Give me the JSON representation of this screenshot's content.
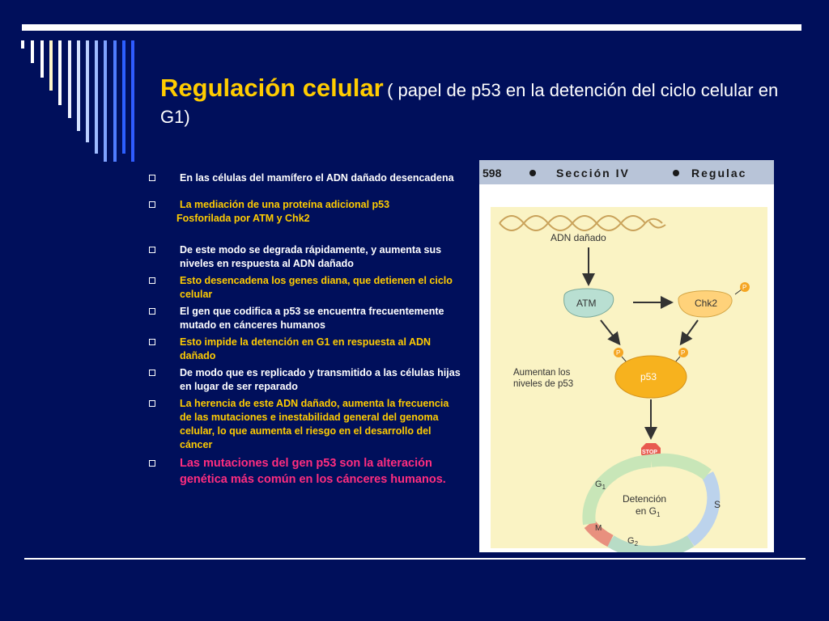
{
  "slide": {
    "title_main": "Regulación celular",
    "title_sub": "( papel de p53 en la detención del ciclo celular en G1)"
  },
  "bullets": [
    {
      "text": "En las células del mamífero el ADN dañado desencadena",
      "color": "white"
    },
    {
      "text": "La mediación de una proteína adicional p53",
      "color": "yellow"
    },
    {
      "text": "Fosforilada por ATM  y  Chk2",
      "color": "yellow"
    },
    {
      "text": "De este modo se degrada rápidamente, y aumenta sus niveles en respuesta al ADN dañado",
      "color": "white"
    },
    {
      "text": "Esto desencadena los genes diana, que detienen el ciclo celular",
      "color": "yellow"
    },
    {
      "text": "El gen que codifica a p53 se encuentra frecuentemente mutado en cánceres humanos",
      "color": "white"
    },
    {
      "text": "Esto impide la detención en G1 en respuesta al ADN dañado",
      "color": "yellow"
    },
    {
      "text": "De modo que es replicado y transmitido a las células hijas en lugar de ser reparado",
      "color": "white"
    },
    {
      "text": "La herencia de este ADN dañado, aumenta la frecuencia de las mutaciones e inestabilidad general del genoma celular, lo que aumenta el riesgo en el desarrollo del cáncer",
      "color": "yellow"
    },
    {
      "text": "Las mutaciones del gen p53 son la alteración genética más común en los cánceres humanos.",
      "color": "pink"
    }
  ],
  "figure": {
    "header_num": "598",
    "header_text": "Sección IV",
    "header_text2": "Regulac",
    "dna_label": "ADN dañado",
    "atm_label": "ATM",
    "chk2_label": "Chk2",
    "p_label": "P",
    "increase_label_1": "Aumentan los",
    "increase_label_2": "niveles de p53",
    "p53_label": "p53",
    "stop_label": "STOP",
    "arrest_label_1": "Detención",
    "arrest_label_2": "en G",
    "arrest_sub": "1",
    "g1_label": "G",
    "g1_sub": "1",
    "s_label": "S",
    "m_label": "M",
    "g2_label": "G",
    "g2_sub": "2"
  },
  "colors": {
    "background": "#000f5b",
    "title": "#ffcc00",
    "yellow_text": "#ffcc00",
    "pink_text": "#ff2d7f",
    "figure_bg": "#faf3c4",
    "header_bar": "#b8c4d8",
    "atm": "#b9dfd2",
    "chk2": "#ffd27a",
    "p53": "#f7b21e",
    "phospho": "#f5a623",
    "stop": "#e85a4f"
  }
}
